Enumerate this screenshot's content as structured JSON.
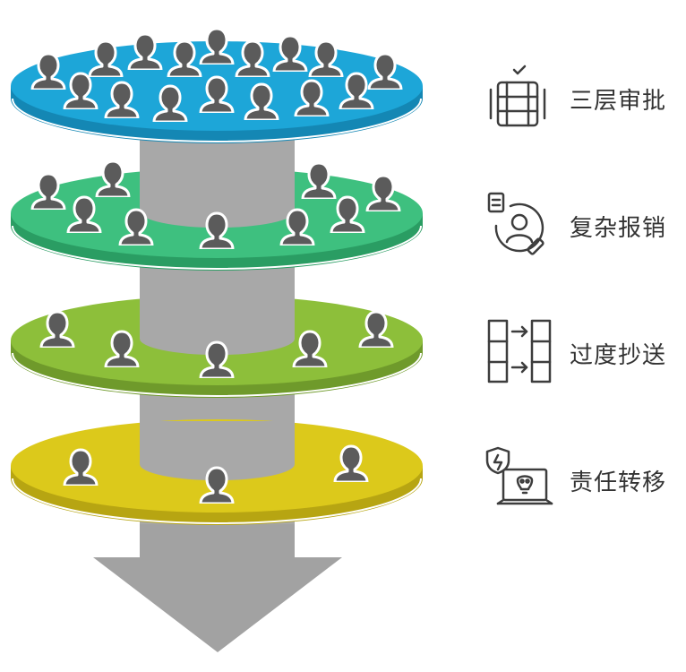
{
  "layers": [
    {
      "name": "layer-1",
      "color": "#1da6d8",
      "edge": "#1487b4"
    },
    {
      "name": "layer-2",
      "color": "#3ec07f",
      "edge": "#2a9d63"
    },
    {
      "name": "layer-3",
      "color": "#8dbf3a",
      "edge": "#6f9a2b"
    },
    {
      "name": "layer-4",
      "color": "#dcc91b",
      "edge": "#b7a512"
    }
  ],
  "legend": [
    {
      "label": "三层审批",
      "icon": "stacked-approval-icon"
    },
    {
      "label": "复杂报销",
      "icon": "document-person-pen-icon"
    },
    {
      "label": "过度抄送",
      "icon": "forwarding-arrows-icon"
    },
    {
      "label": "责任转移",
      "icon": "shield-skull-laptop-icon"
    }
  ],
  "colors": {
    "cylinder": "#a8a8a8",
    "cylinder_shade": "#8f8f8f",
    "arrow": "#a2a2a2",
    "person": "#5b5b5b",
    "icon_stroke": "#3d3d3d"
  }
}
